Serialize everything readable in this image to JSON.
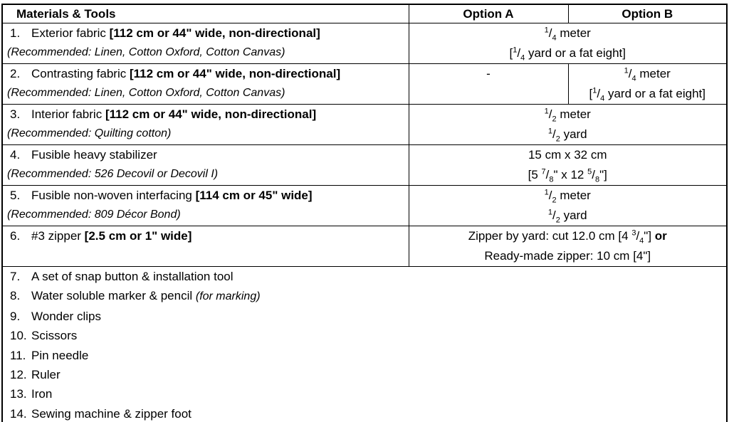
{
  "colors": {
    "background": "#ffffff",
    "text": "#000000",
    "border": "#000000"
  },
  "table": {
    "headers": [
      "Materials & Tools",
      "Option A",
      "Option B"
    ],
    "material_rows": [
      {
        "num": "1.",
        "title": [
          {
            "t": "Exterior fabric "
          },
          {
            "t": "[112 cm or 44\" wide, non-directional]",
            "b": true
          }
        ],
        "note": "(Recommended: Linen, Cotton Oxford, Cotton Canvas)",
        "options": [
          {
            "span": 2,
            "lines": [
              [
                {
                  "f": [
                    "1",
                    "4"
                  ]
                },
                {
                  "t": " meter"
                }
              ],
              [
                {
                  "t": "["
                },
                {
                  "f": [
                    "1",
                    "4"
                  ]
                },
                {
                  "t": " yard or a fat eight]"
                }
              ]
            ]
          }
        ]
      },
      {
        "num": "2.",
        "title": [
          {
            "t": "Contrasting fabric "
          },
          {
            "t": "[112 cm or 44\" wide, non-directional]",
            "b": true
          }
        ],
        "note": "(Recommended: Linen, Cotton Oxford, Cotton Canvas)",
        "options": [
          {
            "span": 1,
            "lines": [
              [
                {
                  "t": "-"
                }
              ]
            ]
          },
          {
            "span": 1,
            "lines": [
              [
                {
                  "f": [
                    "1",
                    "4"
                  ]
                },
                {
                  "t": " meter"
                }
              ],
              [
                {
                  "t": "["
                },
                {
                  "f": [
                    "1",
                    "4"
                  ]
                },
                {
                  "t": " yard or a fat eight]"
                }
              ]
            ]
          }
        ]
      },
      {
        "num": "3.",
        "title": [
          {
            "t": "Interior fabric "
          },
          {
            "t": "[112 cm or 44\" wide, non-directional]",
            "b": true
          }
        ],
        "note": "(Recommended: Quilting cotton)",
        "options": [
          {
            "span": 2,
            "lines": [
              [
                {
                  "f": [
                    "1",
                    "2"
                  ]
                },
                {
                  "t": " meter"
                }
              ],
              [
                {
                  "f": [
                    "1",
                    "2"
                  ]
                },
                {
                  "t": " yard"
                }
              ]
            ]
          }
        ]
      },
      {
        "num": "4.",
        "title": [
          {
            "t": "Fusible heavy stabilizer"
          }
        ],
        "note": "(Recommended: 526 Decovil or Decovil I)",
        "options": [
          {
            "span": 2,
            "lines": [
              [
                {
                  "t": "15 cm x 32 cm"
                }
              ],
              [
                {
                  "t": "[5 "
                },
                {
                  "f": [
                    "7",
                    "8"
                  ]
                },
                {
                  "t": "\" x 12 "
                },
                {
                  "f": [
                    "5",
                    "8"
                  ]
                },
                {
                  "t": "\"]"
                }
              ]
            ]
          }
        ]
      },
      {
        "num": "5.",
        "title": [
          {
            "t": "Fusible non-woven interfacing "
          },
          {
            "t": "[114 cm or 45\" wide]",
            "b": true
          }
        ],
        "note": "(Recommended: 809 Décor Bond)",
        "options": [
          {
            "span": 2,
            "lines": [
              [
                {
                  "f": [
                    "1",
                    "2"
                  ]
                },
                {
                  "t": " meter"
                }
              ],
              [
                {
                  "f": [
                    "1",
                    "2"
                  ]
                },
                {
                  "t": " yard"
                }
              ]
            ]
          }
        ]
      },
      {
        "num": "6.",
        "title": [
          {
            "t": "#3 zipper "
          },
          {
            "t": "[2.5 cm or 1\" wide]",
            "b": true
          }
        ],
        "note": null,
        "options": [
          {
            "span": 2,
            "lines": [
              [
                {
                  "t": "Zipper by yard: cut 12.0 cm [4 "
                },
                {
                  "f": [
                    "3",
                    "4"
                  ]
                },
                {
                  "t": "\"] "
                },
                {
                  "t": "or",
                  "b": true
                }
              ],
              [
                {
                  "t": "Ready-made zipper: 10 cm [4\"]"
                }
              ]
            ]
          }
        ]
      }
    ],
    "tool_rows": [
      {
        "num": "7.",
        "text": "A set of snap button & installation tool",
        "note": null
      },
      {
        "num": "8.",
        "text": "Water soluble marker & pencil ",
        "note": "(for marking)"
      },
      {
        "num": "9.",
        "text": "Wonder clips",
        "note": null
      },
      {
        "num": "10.",
        "text": "Scissors",
        "note": null
      },
      {
        "num": "11.",
        "text": "Pin needle",
        "note": null
      },
      {
        "num": "12.",
        "text": "Ruler",
        "note": null
      },
      {
        "num": "13.",
        "text": "Iron",
        "note": null
      },
      {
        "num": "14.",
        "text": "Sewing machine & zipper foot",
        "note": null
      }
    ]
  }
}
